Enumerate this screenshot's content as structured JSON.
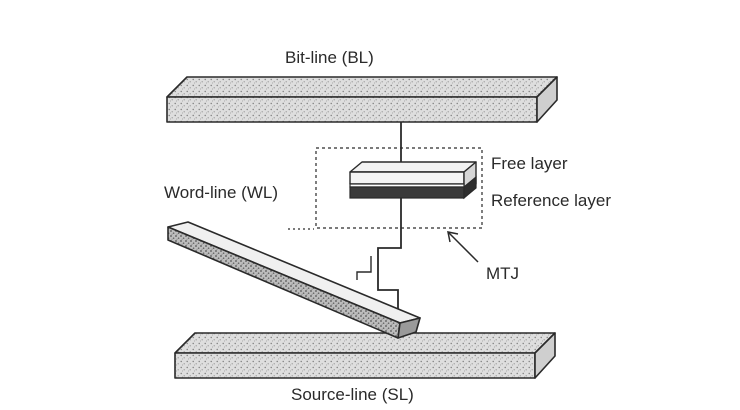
{
  "labels": {
    "bit_line": "Bit-line (BL)",
    "free_layer": "Free layer",
    "word_line": "Word-line (WL)",
    "reference_layer": "Reference layer",
    "mtj": "MTJ",
    "source_line": "Source-line (SL)"
  },
  "colors": {
    "ink": "#2a2a2a",
    "line_face": "#dcdcdc",
    "line_side": "#9a9a9a",
    "wordline_face": "#b8b8b8",
    "reference_layer": "#3a3a3a"
  }
}
